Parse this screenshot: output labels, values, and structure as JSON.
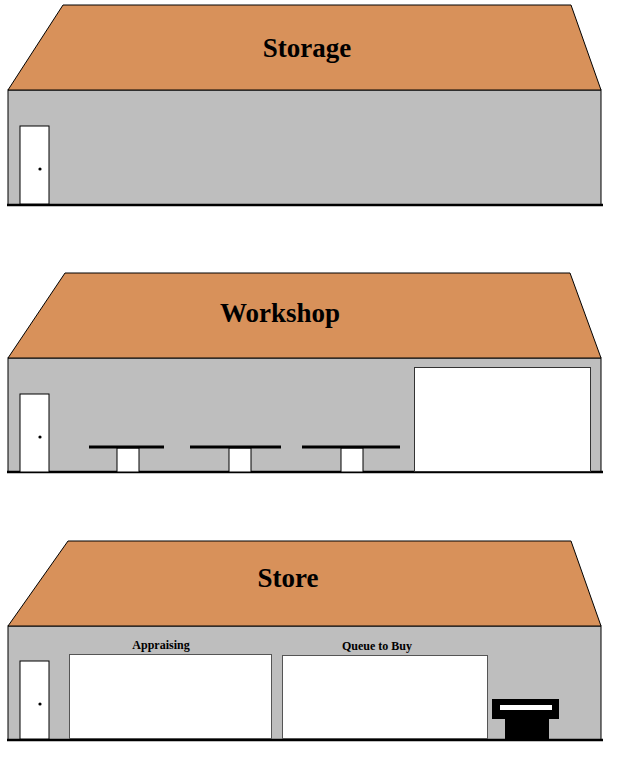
{
  "diagram": {
    "nodes": [
      {
        "text": [
          "Storage"
        ]
      },
      {
        "text": [
          "Workshop"
        ]
      },
      {
        "text": [
          "Store"
        ]
      },
      {
        "text": [
          "Appraising"
        ],
        "in": 2
      },
      {
        "text": [
          "Queue to Buy"
        ],
        "in": 2
      }
    ]
  }
}
